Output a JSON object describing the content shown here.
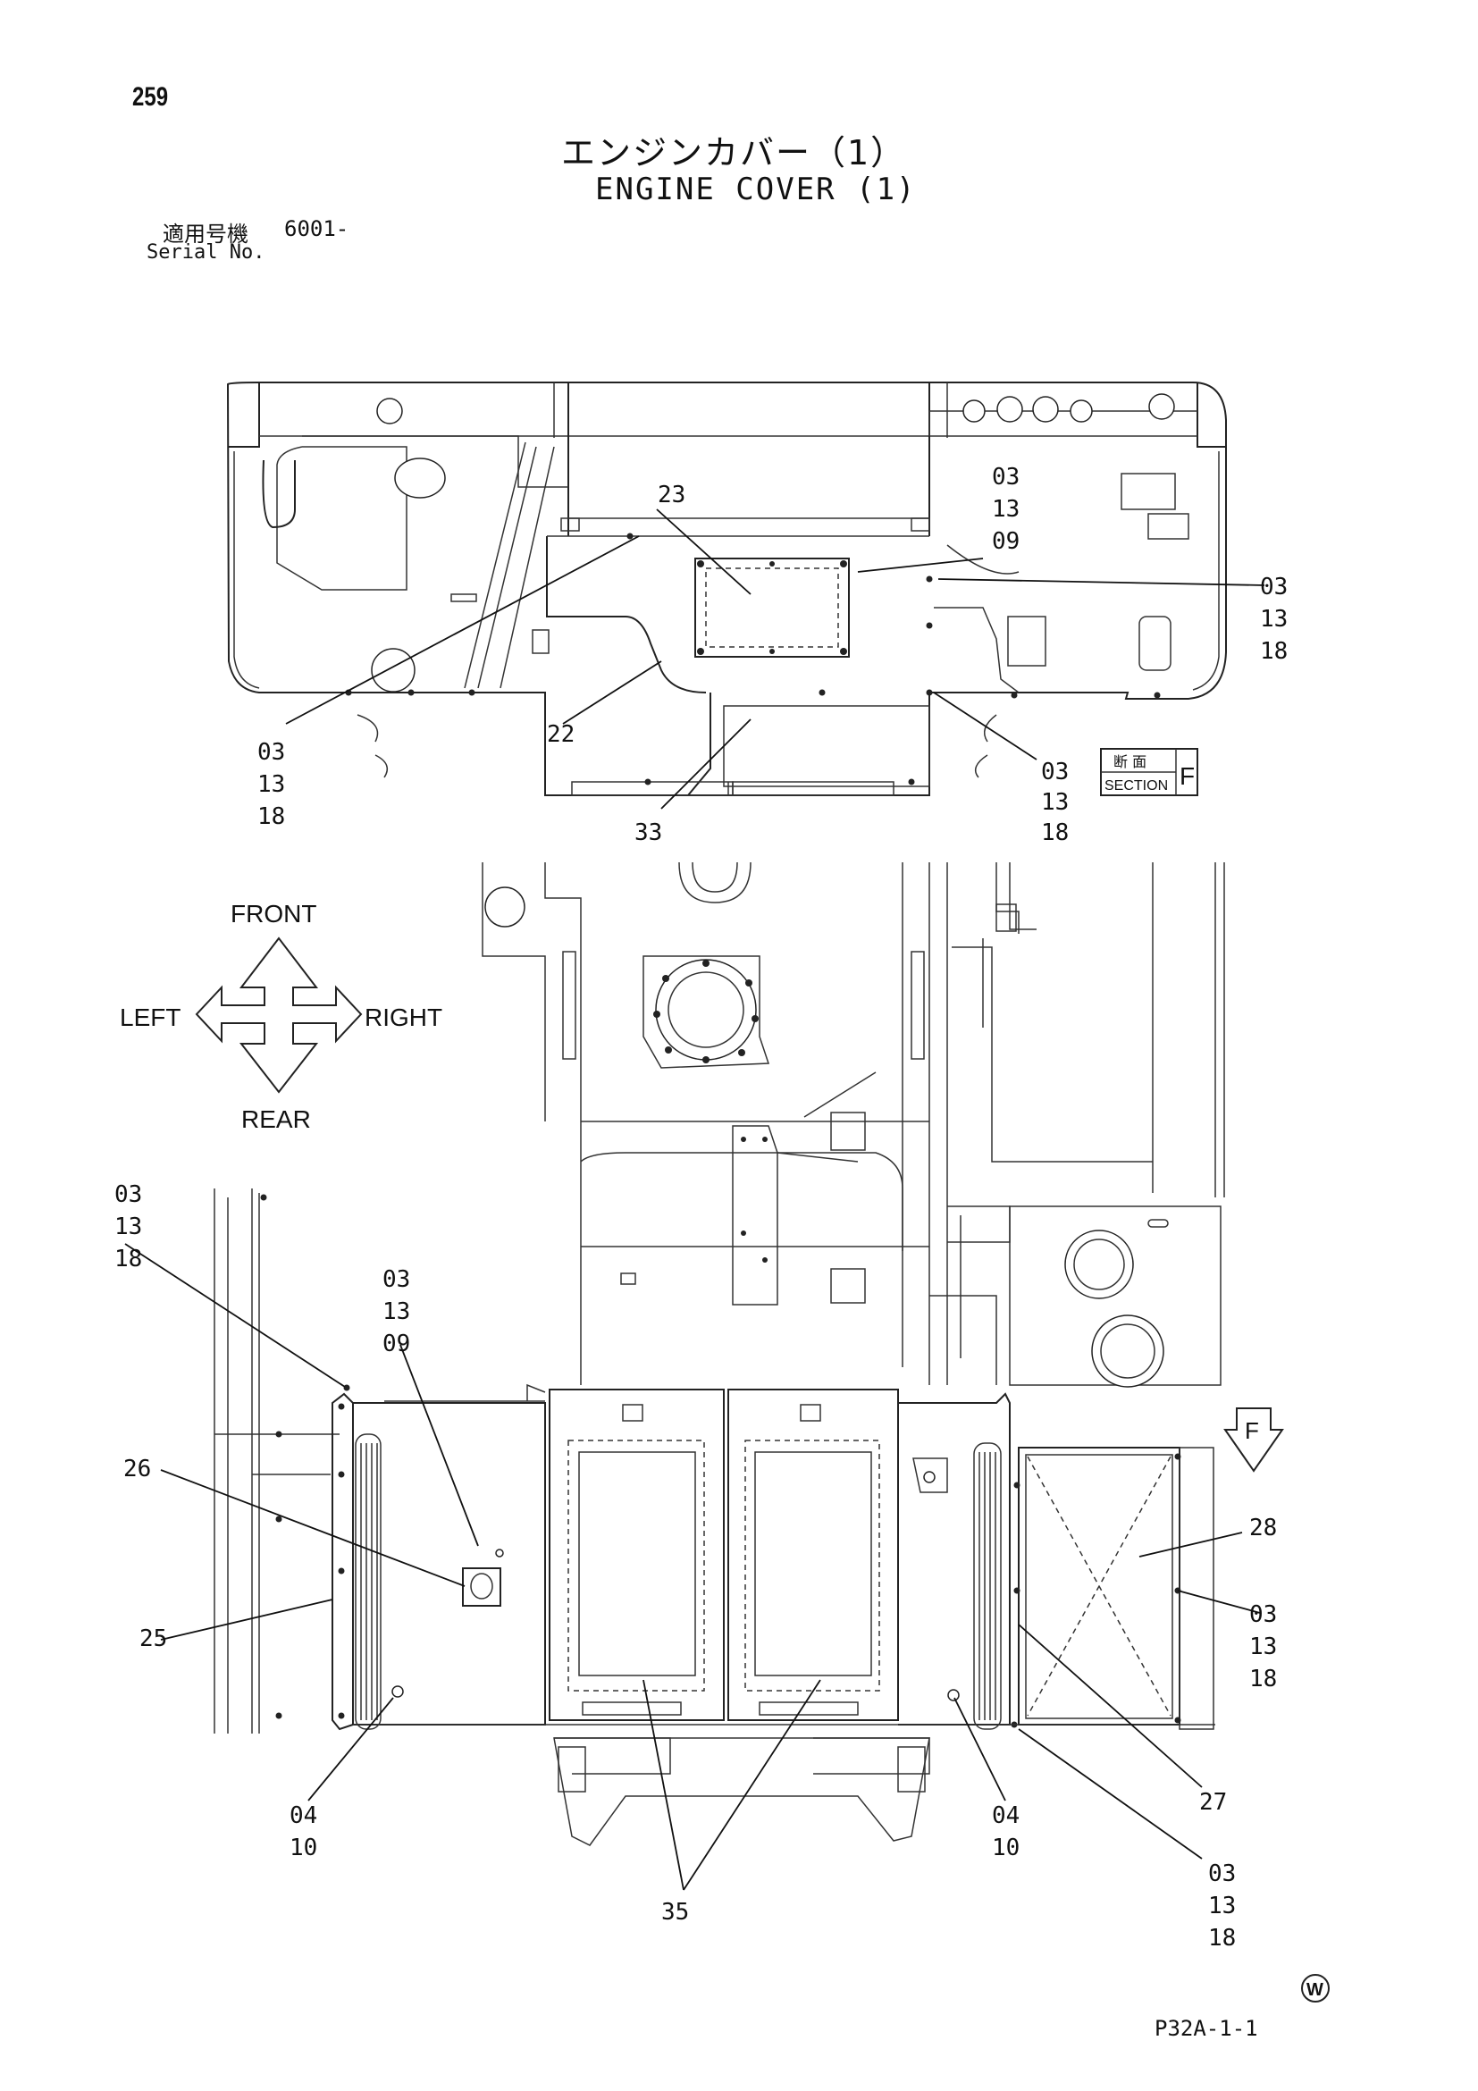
{
  "page_number": "259",
  "title_jp": "エンジンカバー（1）",
  "title_en": "ENGINE COVER (1)",
  "serial": {
    "label_jp": "適用号機",
    "value": "6001-",
    "label_en": "Serial No."
  },
  "section_box": {
    "jp": "断 面",
    "en": "SECTION",
    "letter": "F"
  },
  "section_marker": "F",
  "directions": {
    "front": "FRONT",
    "rear": "REAR",
    "left": "LEFT",
    "right": "RIGHT"
  },
  "callouts": {
    "top_right_upper": [
      "03",
      "13",
      "09"
    ],
    "top_right_mid": [
      "03",
      "13",
      "18"
    ],
    "top_left_lower": [
      "03",
      "13",
      "18"
    ],
    "top_right_lower": [
      "03",
      "13",
      "18"
    ],
    "bottom_left_upper": [
      "03",
      "13",
      "18"
    ],
    "bottom_left_mid": [
      "03",
      "13",
      "09"
    ],
    "bottom_right_mid": [
      "03",
      "13",
      "18"
    ],
    "bottom_left_low": [
      "04",
      "10"
    ],
    "bottom_right_low": [
      "04",
      "10"
    ],
    "bottom_right_bottom": [
      "03",
      "13",
      "18"
    ]
  },
  "parts": {
    "p22": "22",
    "p23": "23",
    "p25": "25",
    "p26": "26",
    "p27": "27",
    "p28": "28",
    "p33": "33",
    "p35": "35"
  },
  "manufacturer_mark": "W",
  "drawing_code": "P32A-1-1"
}
